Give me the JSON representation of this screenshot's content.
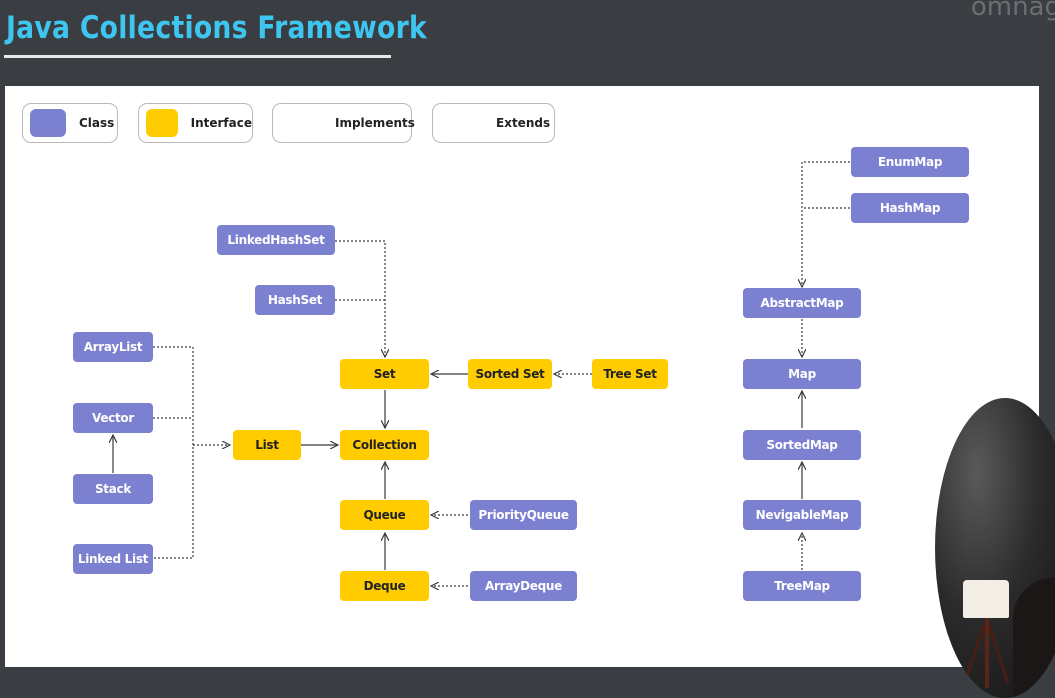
{
  "header": {
    "title": "Java Collections Framework",
    "watermark": "omnag"
  },
  "legend": {
    "class_label": "Class",
    "interface_label": "Interface",
    "implements_label": "Implements",
    "extends_label": "Extends"
  },
  "colors": {
    "class": "#7b80d0",
    "interface": "#ffcc02",
    "title": "#3ec6f0",
    "edge": "#3a3a3a"
  },
  "nodes": {
    "linkedhashset": "LinkedHashSet",
    "hashset": "HashSet",
    "set": "Set",
    "sortedset": "Sorted Set",
    "treeset": "Tree Set",
    "arraylist": "ArrayList",
    "vector": "Vector",
    "stack": "Stack",
    "linkedlist": "Linked List",
    "list": "List",
    "collection": "Collection",
    "queue": "Queue",
    "priorityqueue": "PriorityQueue",
    "deque": "Deque",
    "arraydeque": "ArrayDeque",
    "enummap": "EnumMap",
    "hashmap": "HashMap",
    "abstractmap": "AbstractMap",
    "map": "Map",
    "sortedmap": "SortedMap",
    "nevigablemap": "NevigableMap",
    "treemap": "TreeMap"
  },
  "relations": [
    {
      "from": "LinkedHashSet",
      "to": "Set",
      "type": "implements"
    },
    {
      "from": "HashSet",
      "to": "Set",
      "type": "implements"
    },
    {
      "from": "Tree Set",
      "to": "Sorted Set",
      "type": "implements"
    },
    {
      "from": "Sorted Set",
      "to": "Set",
      "type": "extends"
    },
    {
      "from": "Set",
      "to": "Collection",
      "type": "extends"
    },
    {
      "from": "ArrayList",
      "to": "List",
      "type": "implements"
    },
    {
      "from": "Vector",
      "to": "List",
      "type": "implements"
    },
    {
      "from": "Linked List",
      "to": "List",
      "type": "implements"
    },
    {
      "from": "Stack",
      "to": "Vector",
      "type": "extends"
    },
    {
      "from": "List",
      "to": "Collection",
      "type": "extends"
    },
    {
      "from": "Queue",
      "to": "Collection",
      "type": "extends"
    },
    {
      "from": "PriorityQueue",
      "to": "Queue",
      "type": "implements"
    },
    {
      "from": "Deque",
      "to": "Queue",
      "type": "extends"
    },
    {
      "from": "ArrayDeque",
      "to": "Deque",
      "type": "implements"
    },
    {
      "from": "EnumMap",
      "to": "AbstractMap",
      "type": "implements"
    },
    {
      "from": "HashMap",
      "to": "AbstractMap",
      "type": "implements"
    },
    {
      "from": "AbstractMap",
      "to": "Map",
      "type": "implements"
    },
    {
      "from": "SortedMap",
      "to": "Map",
      "type": "extends"
    },
    {
      "from": "NevigableMap",
      "to": "SortedMap",
      "type": "extends"
    },
    {
      "from": "TreeMap",
      "to": "NevigableMap",
      "type": "implements"
    }
  ]
}
